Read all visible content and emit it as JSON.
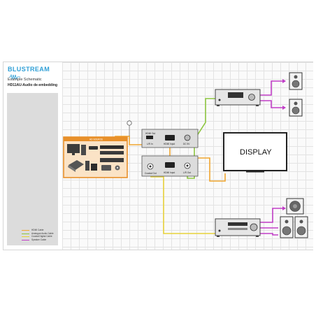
{
  "brand": {
    "name": "BLUSTREAM",
    "color": "#2f9fd6"
  },
  "header": {
    "title": "Example Schematic",
    "subtitle": "HD11AU-Audio de-embedding"
  },
  "display": {
    "label": "DISPLAY"
  },
  "source_box": {
    "label": "HD SOURCE",
    "color": "#e8902a"
  },
  "transmitter": {
    "port_hdmi_out": "HDMI Out",
    "port_lr_in": "L/R In",
    "port_hdmi_input": "HDMI Input",
    "port_dc": "DC 5V"
  },
  "receiver": {
    "port_coax": "Coaxial Out",
    "port_hdmi_input": "HDMI Input",
    "port_lr_out": "L/R Out"
  },
  "legend": {
    "items": [
      {
        "label": "HDMI Cable",
        "color": "#f0a630"
      },
      {
        "label": "Analogue Audio Cable",
        "color": "#8dc63f"
      },
      {
        "label": "Coaxial Digital Cable",
        "color": "#e8d23a"
      },
      {
        "label": "Speaker Cable",
        "color": "#c13ec7"
      }
    ]
  }
}
